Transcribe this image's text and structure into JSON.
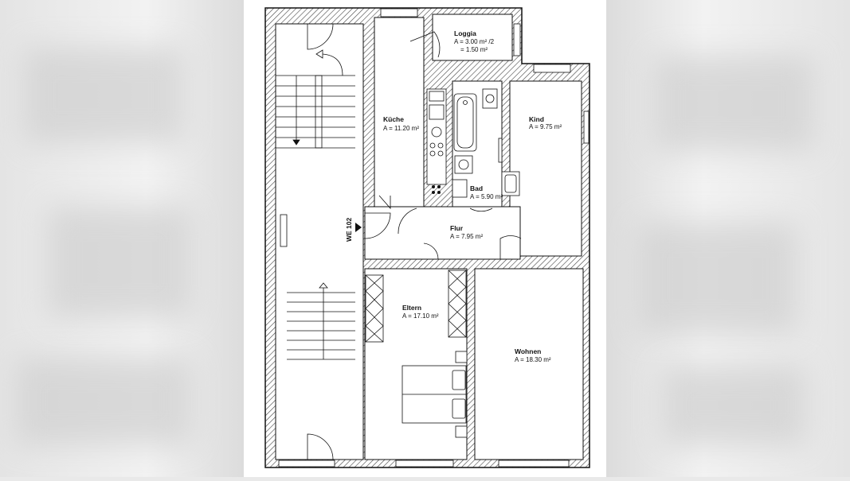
{
  "rooms": {
    "loggia": {
      "name": "Loggia",
      "area": "A = 3.00 m² /2",
      "area2": "= 1.50 m²"
    },
    "kueche": {
      "name": "Küche",
      "area": "A = 11.20 m²"
    },
    "kind": {
      "name": "Kind",
      "area": "A = 9.75 m²"
    },
    "bad": {
      "name": "Bad",
      "area": "A = 5.90 m²"
    },
    "flur": {
      "name": "Flur",
      "area": "A = 7.95 m²"
    },
    "eltern": {
      "name": "Eltern",
      "area": "A = 17.10 m²"
    },
    "wohnen": {
      "name": "Wohnen",
      "area": "A = 18.30 m²"
    }
  },
  "unit_label": "WE 102",
  "colors": {
    "wall": "#111111",
    "hatch": "#555555",
    "background": "#ffffff"
  }
}
